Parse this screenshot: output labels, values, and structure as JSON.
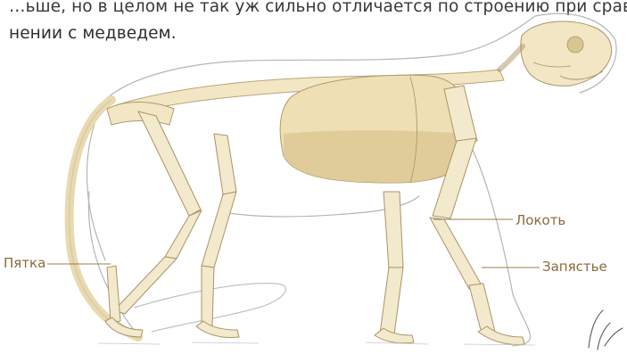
{
  "caption": {
    "line1": "…ьше, но в целом не так уж сильно отличается по строению при срав-",
    "line2": "нении с медведем."
  },
  "labels": {
    "heel": "Пятка",
    "elbow": "Локоть",
    "wrist": "Запястье"
  },
  "colors": {
    "bone": "#f2e6c4",
    "bone_shadow": "#d9c79a",
    "outline": "#a7a7a7",
    "label_text": "#8b6a3c",
    "leader_line": "#9c7d4e"
  }
}
